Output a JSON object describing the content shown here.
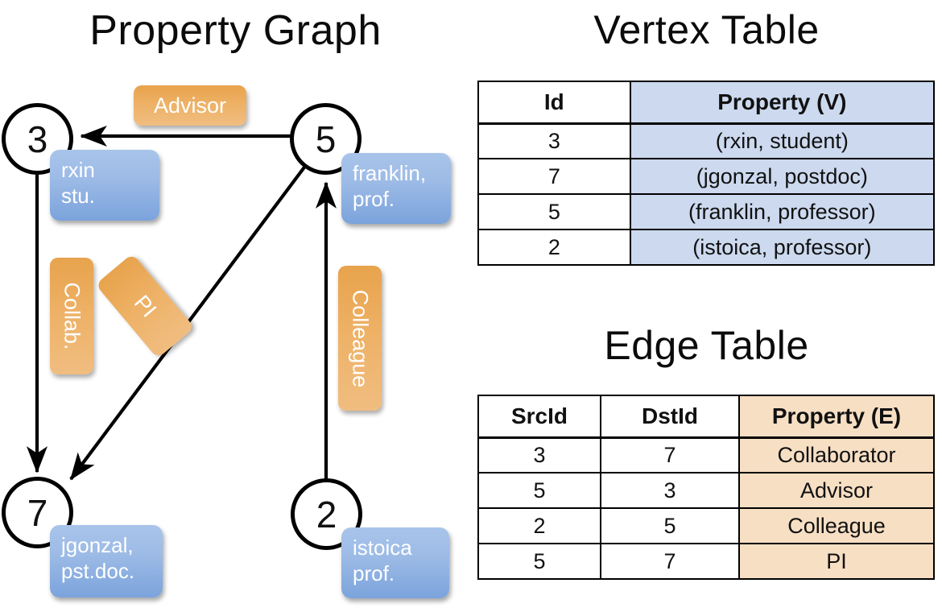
{
  "titles": {
    "property_graph": "Property Graph",
    "vertex_table": "Vertex Table",
    "edge_table": "Edge Table"
  },
  "graph": {
    "nodes": [
      {
        "id": "3",
        "property": "rxin\nstu."
      },
      {
        "id": "5",
        "property": "franklin,\nprof."
      },
      {
        "id": "7",
        "property": "jgonzal,\npst.doc."
      },
      {
        "id": "2",
        "property": "istoica\nprof."
      }
    ],
    "node_labels": {
      "n3": "3",
      "n5": "5",
      "n7": "7",
      "n2": "2"
    },
    "property_boxes": {
      "rxin_line1": "rxin",
      "rxin_line2": "stu.",
      "franklin_line1": "franklin,",
      "franklin_line2": "prof.",
      "jgonzal_line1": "jgonzal,",
      "jgonzal_line2": "pst.doc.",
      "istoica_line1": "istoica",
      "istoica_line2": "prof."
    },
    "edge_labels": {
      "advisor": "Advisor",
      "collab": "Collab.",
      "pi": "PI",
      "colleague": "Colleague"
    },
    "edges": [
      {
        "from": "5",
        "to": "3",
        "label": "Advisor"
      },
      {
        "from": "3",
        "to": "7",
        "label": "Collab."
      },
      {
        "from": "5",
        "to": "7",
        "label": "PI"
      },
      {
        "from": "2",
        "to": "5",
        "label": "Colleague"
      }
    ]
  },
  "vertex_table": {
    "headers": [
      "Id",
      "Property (V)"
    ],
    "rows": [
      {
        "id": "3",
        "property": "(rxin, student)"
      },
      {
        "id": "7",
        "property": "(jgonzal, postdoc)"
      },
      {
        "id": "5",
        "property": "(franklin, professor)"
      },
      {
        "id": "2",
        "property": "(istoica, professor)"
      }
    ]
  },
  "edge_table": {
    "headers": [
      "SrcId",
      "DstId",
      "Property (E)"
    ],
    "rows": [
      {
        "src": "3",
        "dst": "7",
        "property": "Collaborator"
      },
      {
        "src": "5",
        "dst": "3",
        "property": "Advisor"
      },
      {
        "src": "2",
        "dst": "5",
        "property": "Colleague"
      },
      {
        "src": "5",
        "dst": "7",
        "property": "PI"
      }
    ]
  },
  "colors": {
    "vertex_property_bg": "#ccd9ef",
    "edge_property_bg": "#f7dfc4",
    "node_property_box": "#8cb0e2",
    "edge_label_box": "#eeb268",
    "stroke": "#000000",
    "page_bg": "#ffffff"
  }
}
